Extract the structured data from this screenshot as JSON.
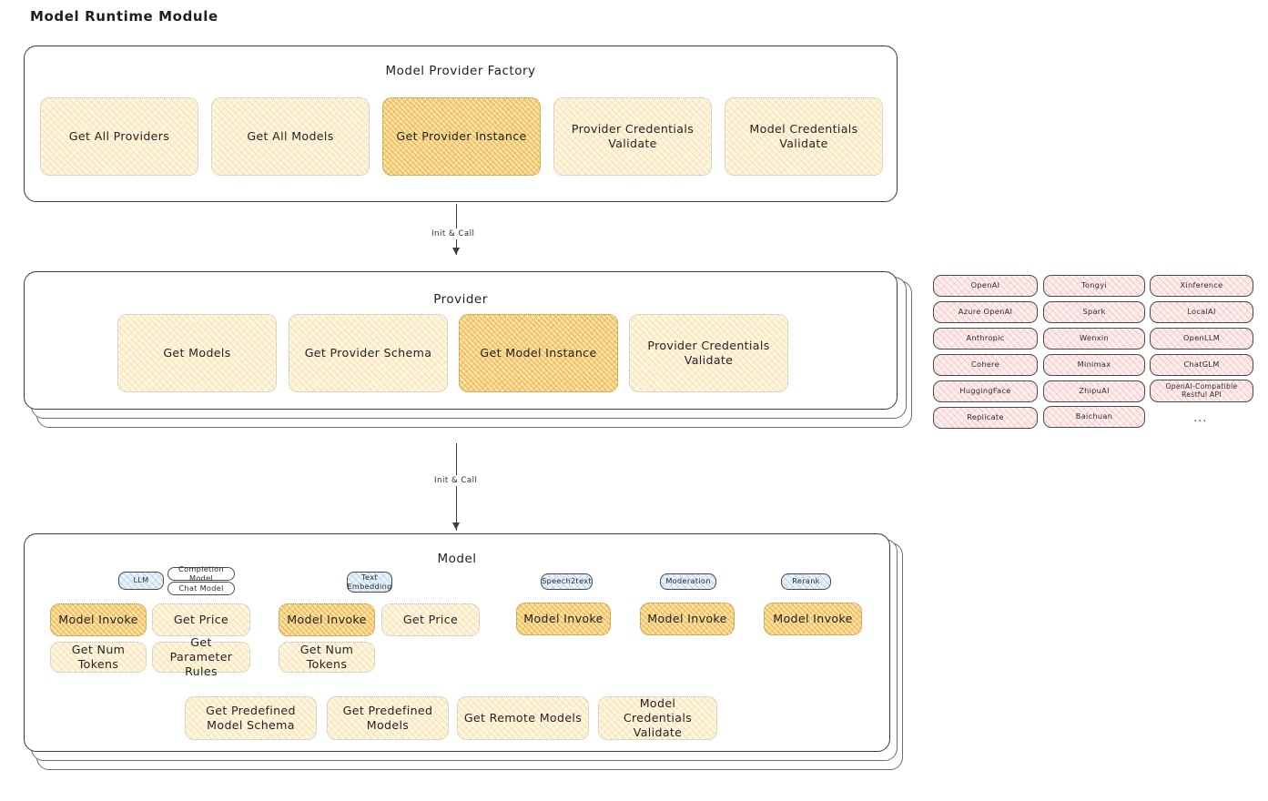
{
  "page": {
    "title": "Model Runtime Module",
    "background": "#ffffff",
    "accent_light": "#fdf6e3",
    "accent_strong": "#fbe3ab",
    "provider_chip_color": "#fdeeee",
    "model_type_chip_color": "#e9f2fb"
  },
  "factory": {
    "title": "Model Provider Factory",
    "methods": [
      {
        "label": "Get All Providers",
        "highlighted": false
      },
      {
        "label": "Get All Models",
        "highlighted": false
      },
      {
        "label": "Get Provider Instance",
        "highlighted": true
      },
      {
        "label": "Provider Credentials Validate",
        "highlighted": false
      },
      {
        "label": "Model Credentials Validate",
        "highlighted": false
      }
    ]
  },
  "arrows": [
    {
      "label": "Init & Call"
    },
    {
      "label": "Init & Call"
    }
  ],
  "provider": {
    "title": "Provider",
    "methods": [
      {
        "label": "Get Models",
        "highlighted": false
      },
      {
        "label": "Get Provider Schema",
        "highlighted": false
      },
      {
        "label": "Get Model Instance",
        "highlighted": true
      },
      {
        "label": "Provider Credentials Validate",
        "highlighted": false
      }
    ]
  },
  "provider_list": {
    "columns": [
      {
        "items": [
          "OpenAI",
          "Azure OpenAI",
          "Anthropic",
          "Cohere",
          "HuggingFace",
          "Replicate"
        ]
      },
      {
        "items": [
          "Tongyi",
          "Spark",
          "Wenxin",
          "Minimax",
          "ZhipuAI",
          "Baichuan"
        ]
      },
      {
        "items": [
          "Xinference",
          "LocalAI",
          "OpenLLM",
          "ChatGLM",
          "OpenAI-Compatible Restful API"
        ]
      }
    ],
    "more": "..."
  },
  "model": {
    "title": "Model",
    "more_types": "...",
    "types": [
      {
        "label": "LLM",
        "style": "blue"
      },
      {
        "label": "Completion Model",
        "style": "white"
      },
      {
        "label": "Chat Model",
        "style": "white"
      },
      {
        "label": "Text Embedding",
        "style": "blue"
      },
      {
        "label": "Speech2text",
        "style": "blue"
      },
      {
        "label": "Moderation",
        "style": "blue"
      },
      {
        "label": "Rerank",
        "style": "blue"
      }
    ],
    "groups": [
      {
        "name": "llm",
        "methods": [
          {
            "label": "Model Invoke",
            "highlighted": true
          },
          {
            "label": "Get Price",
            "highlighted": false
          },
          {
            "label": "Get Num Tokens",
            "highlighted": false
          },
          {
            "label": "Get Parameter Rules",
            "highlighted": false
          }
        ]
      },
      {
        "name": "text-embedding",
        "methods": [
          {
            "label": "Model Invoke",
            "highlighted": true
          },
          {
            "label": "Get Price",
            "highlighted": false
          },
          {
            "label": "Get Num Tokens",
            "highlighted": false
          }
        ]
      },
      {
        "name": "speech2text",
        "methods": [
          {
            "label": "Model Invoke",
            "highlighted": true
          }
        ]
      },
      {
        "name": "moderation",
        "methods": [
          {
            "label": "Model Invoke",
            "highlighted": true
          }
        ]
      },
      {
        "name": "rerank",
        "methods": [
          {
            "label": "Model Invoke",
            "highlighted": true
          }
        ]
      }
    ],
    "shared_methods": [
      {
        "label": "Get Predefined Model Schema",
        "highlighted": false
      },
      {
        "label": "Get Predefined Models",
        "highlighted": false
      },
      {
        "label": "Get Remote Models",
        "highlighted": false
      },
      {
        "label": "Model Credentials Validate",
        "highlighted": false
      }
    ]
  }
}
